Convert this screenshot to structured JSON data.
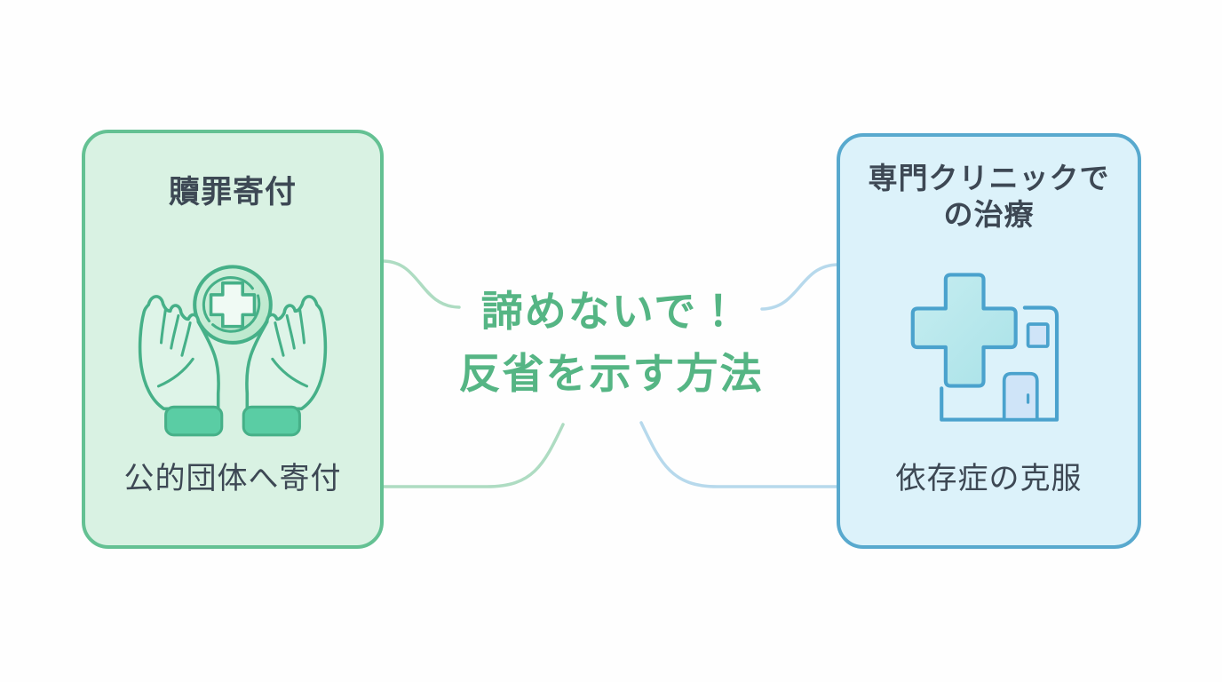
{
  "page": {
    "background_color": "#fefefe",
    "description": "infographic with two option cards connected to a central title"
  },
  "center_title": {
    "line1": "諦めないで！",
    "line2": "反省を示す方法"
  },
  "left_card": {
    "title": "贖罪寄付",
    "caption": "公的団体へ寄付",
    "icon": "hands-holding-medical-coin-icon"
  },
  "right_card": {
    "title_line1": "専門クリニックで",
    "title_line2": "の治療",
    "caption": "依存症の克服",
    "icon": "clinic-building-icon"
  },
  "colors": {
    "green_accent": "#55b584",
    "green_border": "#64c193",
    "green_card_bg": "#d9f2e3",
    "green_icon_stroke": "#46b088",
    "green_cuff": "#5acda4",
    "green_connector": "#aedcc2",
    "blue_border": "#58a9ce",
    "blue_card_bg": "#dcf2fa",
    "blue_icon_stroke": "#4aa2cd",
    "blue_icon_fill": "#b7e8ec",
    "blue_door_fill": "#cfe4f8",
    "blue_connector": "#b7d9ec",
    "text_dark": "#3d4854"
  }
}
